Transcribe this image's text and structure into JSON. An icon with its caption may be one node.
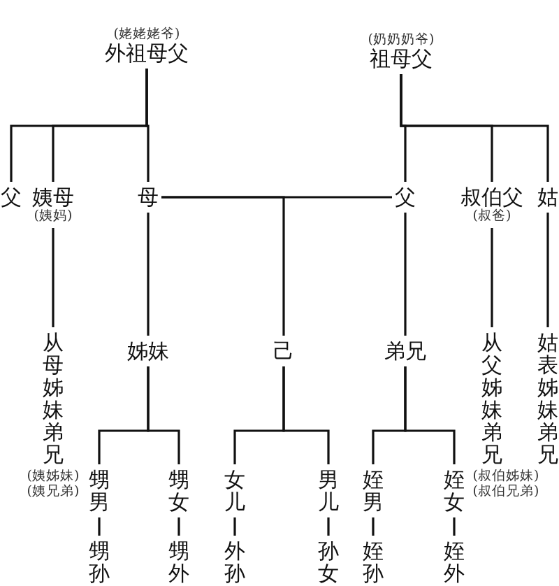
{
  "diagram": {
    "nodes": [
      {
        "text": [
          "(姥姥姥爷)",
          "外祖母父"
        ]
      },
      {
        "text": [
          "(奶奶奶爷)",
          "祖母父"
        ]
      },
      {
        "text": [
          "父"
        ]
      },
      {
        "text": [
          "姨母",
          "(姨妈)"
        ]
      },
      {
        "text": [
          "母"
        ]
      },
      {
        "text": [
          "父"
        ]
      },
      {
        "text": [
          "叔伯父",
          "(叔爸)"
        ]
      },
      {
        "text": [
          "姑"
        ]
      },
      {
        "text": [
          "从母姊妹弟兄",
          "(姨姊妹) (姨兄弟)"
        ]
      },
      {
        "text": [
          "姊妹"
        ]
      },
      {
        "text": [
          "己"
        ]
      },
      {
        "text": [
          "弟兄"
        ]
      },
      {
        "text": [
          "从父姊妹弟兄",
          "(叔伯姊妹) (叔伯兄弟)"
        ]
      },
      {
        "text": [
          "姑表姊妹弟兄"
        ]
      },
      {
        "text": [
          "甥男"
        ]
      },
      {
        "text": [
          "甥女"
        ]
      },
      {
        "text": [
          "女儿"
        ]
      },
      {
        "text": [
          "男儿"
        ]
      },
      {
        "text": [
          "姪男"
        ]
      },
      {
        "text": [
          "姪女"
        ]
      },
      {
        "text": [
          "甥孙"
        ]
      },
      {
        "text": [
          "甥外"
        ]
      },
      {
        "text": [
          "外孙"
        ]
      },
      {
        "text": [
          "孙女"
        ]
      },
      {
        "text": [
          "姪孙"
        ]
      },
      {
        "text": [
          "姪外"
        ]
      }
    ],
    "edges": [
      {
        "from": 0,
        "to": 2,
        "arrow": "none"
      },
      {
        "from": 0,
        "to": 3,
        "arrow": "none"
      },
      {
        "from": 0,
        "to": 4,
        "arrow": "none"
      },
      {
        "from": 1,
        "to": 5,
        "arrow": "none"
      },
      {
        "from": 1,
        "to": 6,
        "arrow": "none"
      },
      {
        "from": 1,
        "to": 7,
        "arrow": "none"
      },
      {
        "from": 4,
        "to": 5,
        "arrow": "none"
      },
      {
        "from": 4,
        "to": 10,
        "arrow": "none"
      },
      {
        "from": 3,
        "to": 8,
        "arrow": "none"
      },
      {
        "from": 4,
        "to": 9,
        "arrow": "none"
      },
      {
        "from": 5,
        "to": 11,
        "arrow": "none"
      },
      {
        "from": 6,
        "to": 12,
        "arrow": "none"
      },
      {
        "from": 7,
        "to": 13,
        "arrow": "none"
      },
      {
        "from": 9,
        "to": 14,
        "arrow": "none"
      },
      {
        "from": 9,
        "to": 15,
        "arrow": "none"
      },
      {
        "from": 10,
        "to": 16,
        "arrow": "none"
      },
      {
        "from": 10,
        "to": 17,
        "arrow": "none"
      },
      {
        "from": 11,
        "to": 18,
        "arrow": "none"
      },
      {
        "from": 11,
        "to": 19,
        "arrow": "none"
      },
      {
        "from": 14,
        "to": 20,
        "arrow": "none"
      },
      {
        "from": 15,
        "to": 21,
        "arrow": "none"
      },
      {
        "from": 16,
        "to": 22,
        "arrow": "none"
      },
      {
        "from": 17,
        "to": 23,
        "arrow": "none"
      },
      {
        "from": 18,
        "to": 24,
        "arrow": "none"
      },
      {
        "from": 19,
        "to": 25,
        "arrow": "none"
      }
    ]
  }
}
